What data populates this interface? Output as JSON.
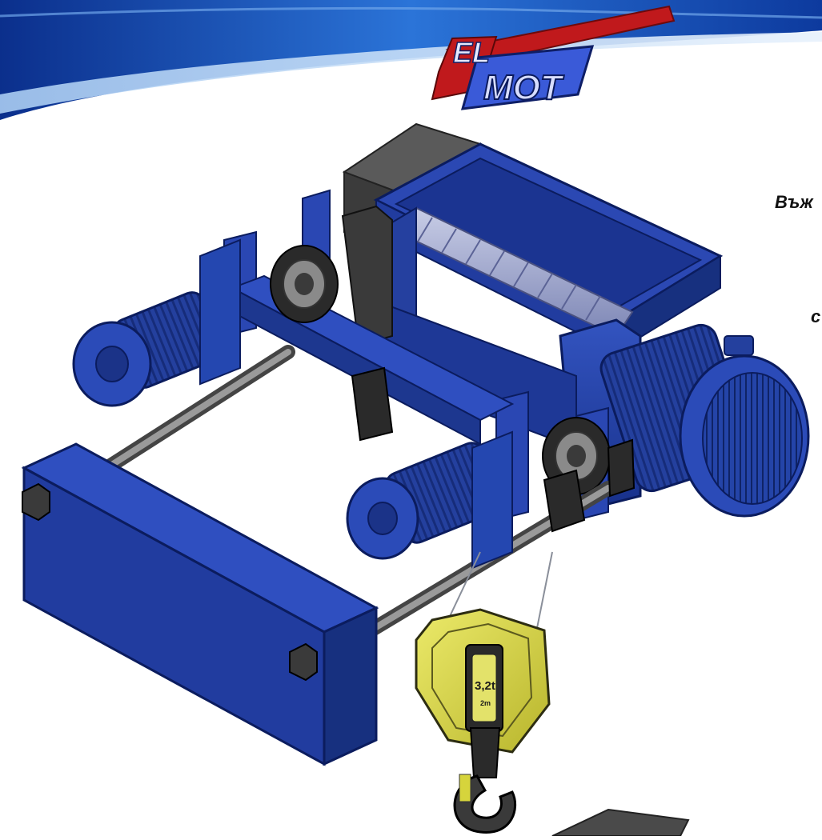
{
  "logo": {
    "line1": "EL",
    "line2": "MOT"
  },
  "cropped_text": {
    "line1": "Въж",
    "line2": "с"
  },
  "hook_block": {
    "capacity": "3,2t",
    "rope": "2m"
  },
  "colors": {
    "machine_blue": "#1f3c9a",
    "hook_yellow": "#d6d43c",
    "logo_red": "#c0191c",
    "logo_blue": "#3a5ad8"
  }
}
